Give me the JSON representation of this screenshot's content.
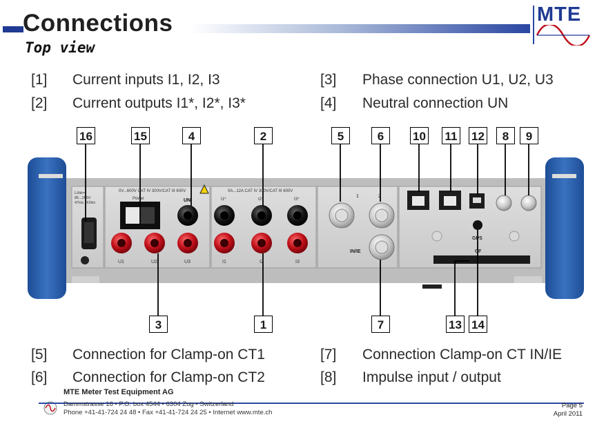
{
  "header": {
    "title": "Connections",
    "subtitle": "Top view",
    "logo_text": "MTE"
  },
  "legend_top": [
    {
      "id": "[1]",
      "text": "Current inputs I1, I2, I3"
    },
    {
      "id": "[2]",
      "text": "Current outputs I1*, I2*, I3*"
    },
    {
      "id": "[3]",
      "text": "Phase connection U1, U2, U3"
    },
    {
      "id": "[4]",
      "text": "Neutral connection UN"
    }
  ],
  "legend_bottom": [
    {
      "id": "[5]",
      "text": "Connection for Clamp-on CT1"
    },
    {
      "id": "[6]",
      "text": "Connection for Clamp-on CT2"
    },
    {
      "id": "[7]",
      "text": "Connection Clamp-on CT IN/IE"
    },
    {
      "id": "[8]",
      "text": "Impulse input / output"
    }
  ],
  "callouts_top": [
    "16",
    "15",
    "4",
    "2",
    "5",
    "6",
    "10",
    "11",
    "12",
    "8",
    "9"
  ],
  "callouts_bottom": [
    "3",
    "1",
    "7",
    "13",
    "14"
  ],
  "device": {
    "power_label": "Line= 85...265V 47Hz...63Hz",
    "voltage_label": "0V...600V CAT IV 300V/CAT III 600V",
    "power_switch_label": "Power",
    "un_label": "UN",
    "current_label": "0A...12A CAT IV 300V/CAT III 600V",
    "current_output_labels": [
      "I1*",
      "I2*",
      "I3*"
    ],
    "voltage_labels": [
      "U1",
      "U2",
      "U3"
    ],
    "current_input_labels": [
      "I1",
      "I2",
      "I3"
    ],
    "clamp_labels": [
      "1",
      "2"
    ],
    "inie_label": "IN/IE",
    "gps_label": "GPS",
    "cf_label": "CF"
  },
  "footer": {
    "company": "MTE Meter Test Equipment AG",
    "address": "Dammstrasse 16 • P.O. box 4544 • 6304 Zug • Switzerland",
    "phone": "Phone +41-41-724 24 48 • Fax +41-41-724 24 25 • Internet www.mte.ch",
    "page": "Page 5",
    "date": "April 2011"
  },
  "colors": {
    "brand": "#1f3a93",
    "device_blue": "#2d5fa8",
    "terminal_red": "#c0101a",
    "terminal_black": "#111111"
  }
}
